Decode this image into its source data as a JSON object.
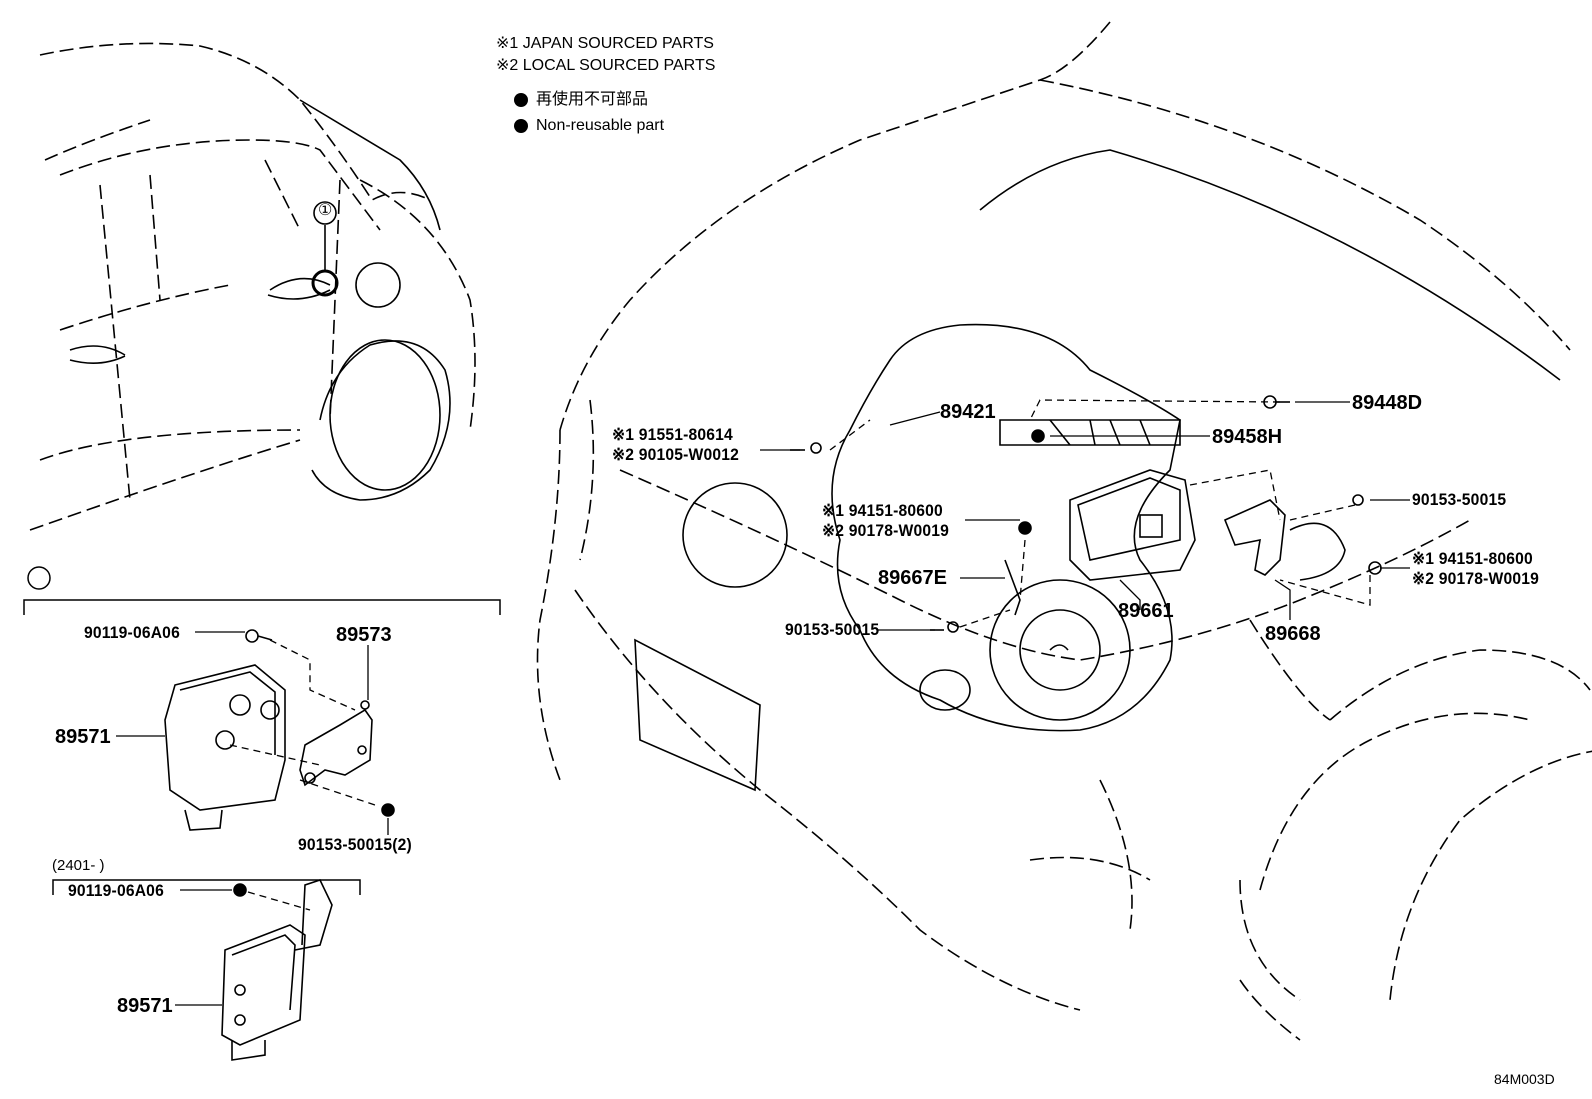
{
  "legend": {
    "line1": "※1 JAPAN SOURCED PARTS",
    "line2": "※2 LOCAL SOURCED PARTS",
    "line3": "再使用不可部品",
    "line4": "Non-reusable part"
  },
  "callout": {
    "marker": "①",
    "box1_range": "(2401-     )"
  },
  "parts": {
    "p89448D": "89448D",
    "p89421": "89421",
    "p89458H": "89458H",
    "p91551": "※1 91551-80614",
    "p90105": "※2 90105-W0012",
    "p94151a": "※1 94151-80600",
    "p90178a": "※2 90178-W0019",
    "p89667E": "89667E",
    "p90153a": "90153-50015",
    "p89661": "89661",
    "p90153b": "90153-50015",
    "p94151b": "※1 94151-80600",
    "p90178b": "※2 90178-W0019",
    "p89668": "89668",
    "p90119a": "90119-06A06",
    "p89573": "89573",
    "p89571a": "89571",
    "p90153c": "90153-50015(2)",
    "p90119b": "90119-06A06",
    "p89571b": "89571"
  },
  "diagram_code": "84M003D"
}
